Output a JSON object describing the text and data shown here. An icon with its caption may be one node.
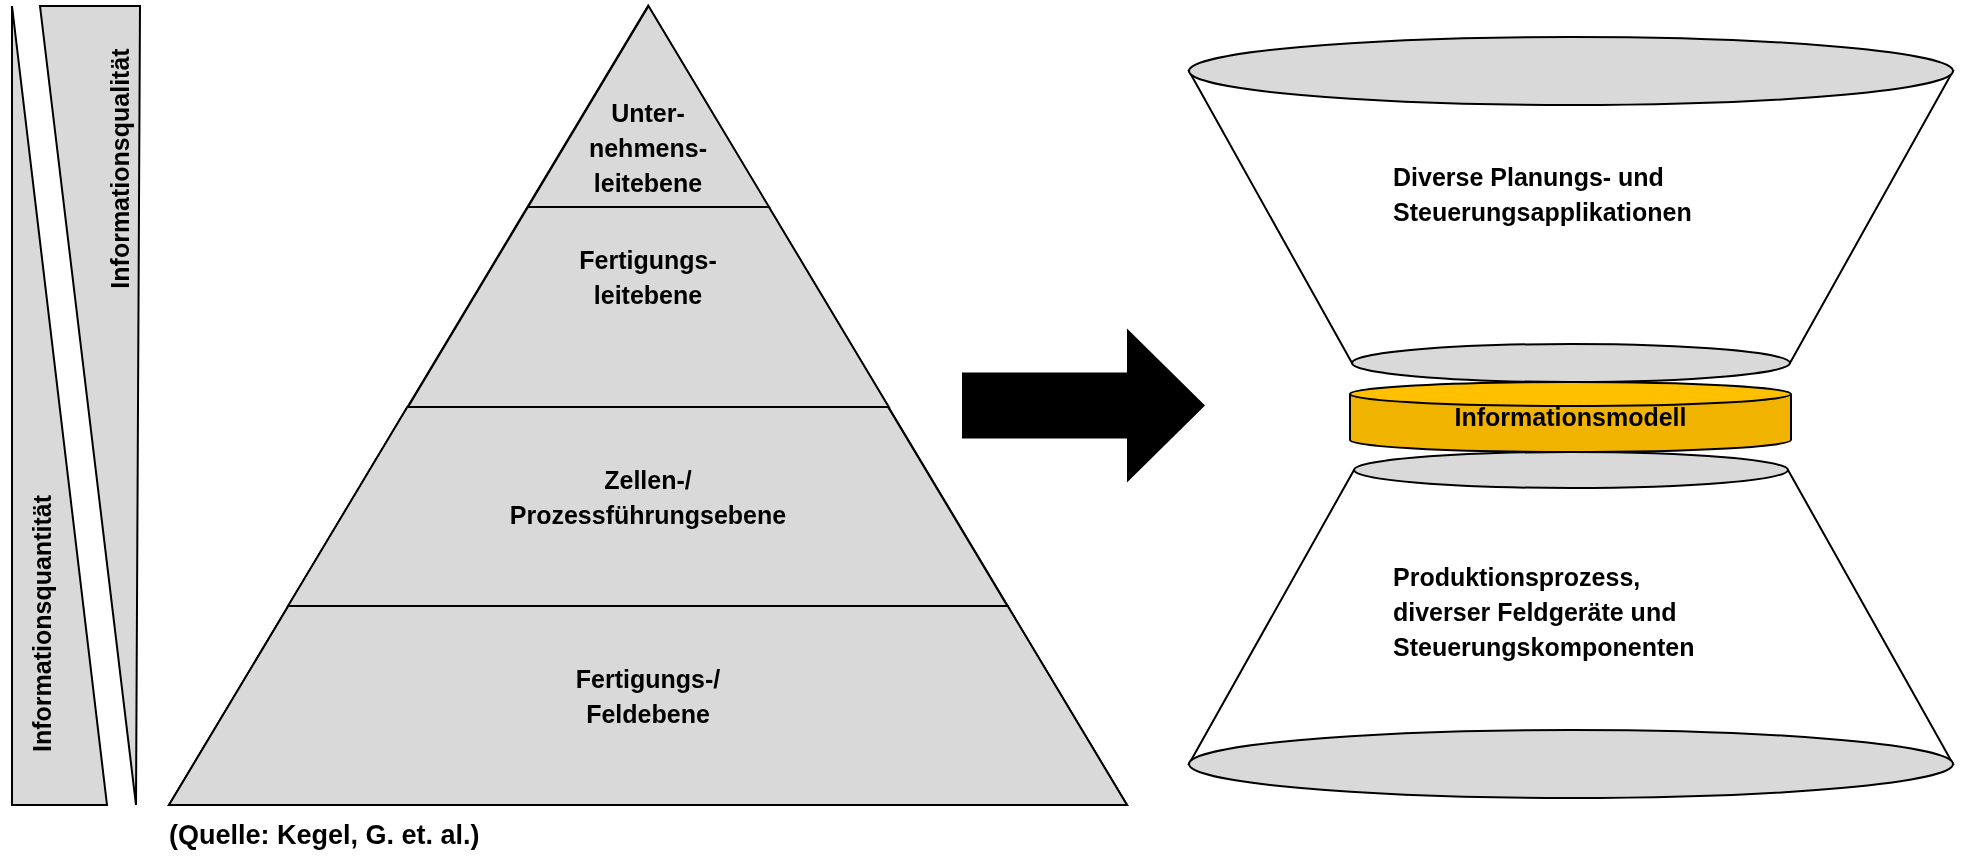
{
  "diagram": {
    "caption": "(Quelle: Kegel, G. et. al.)",
    "nodes": [
      {
        "text": [],
        "shape": "triangle"
      },
      {
        "text": [
          "Unter- nehmens- leitebene"
        ],
        "in": 0
      },
      {
        "text": [
          "Fertigungs- leitebene"
        ],
        "in": 0
      },
      {
        "text": [
          "Zellen-/ Prozessführungsebene"
        ],
        "in": 0
      },
      {
        "text": [
          "Fertigungs-/ Feldebene"
        ],
        "in": 0
      },
      {
        "text": [
          "Informationsquantität"
        ]
      },
      {
        "text": [
          "Informationsqualität"
        ]
      },
      {
        "text": [],
        "shape": "hourglass"
      },
      {
        "text": [
          "Diverse Planungs- und Steuerungsapplikationen"
        ],
        "in": 7
      },
      {
        "text": [
          "Informationsmodell"
        ],
        "in": 7
      },
      {
        "text": [
          "Produktionsprozess, diverser Feldgeräte und Steuerungskomponenten"
        ],
        "in": 7
      }
    ],
    "edges": [
      {
        "from": 0,
        "to": 7,
        "arrow": "to",
        "style": "thick"
      }
    ]
  }
}
